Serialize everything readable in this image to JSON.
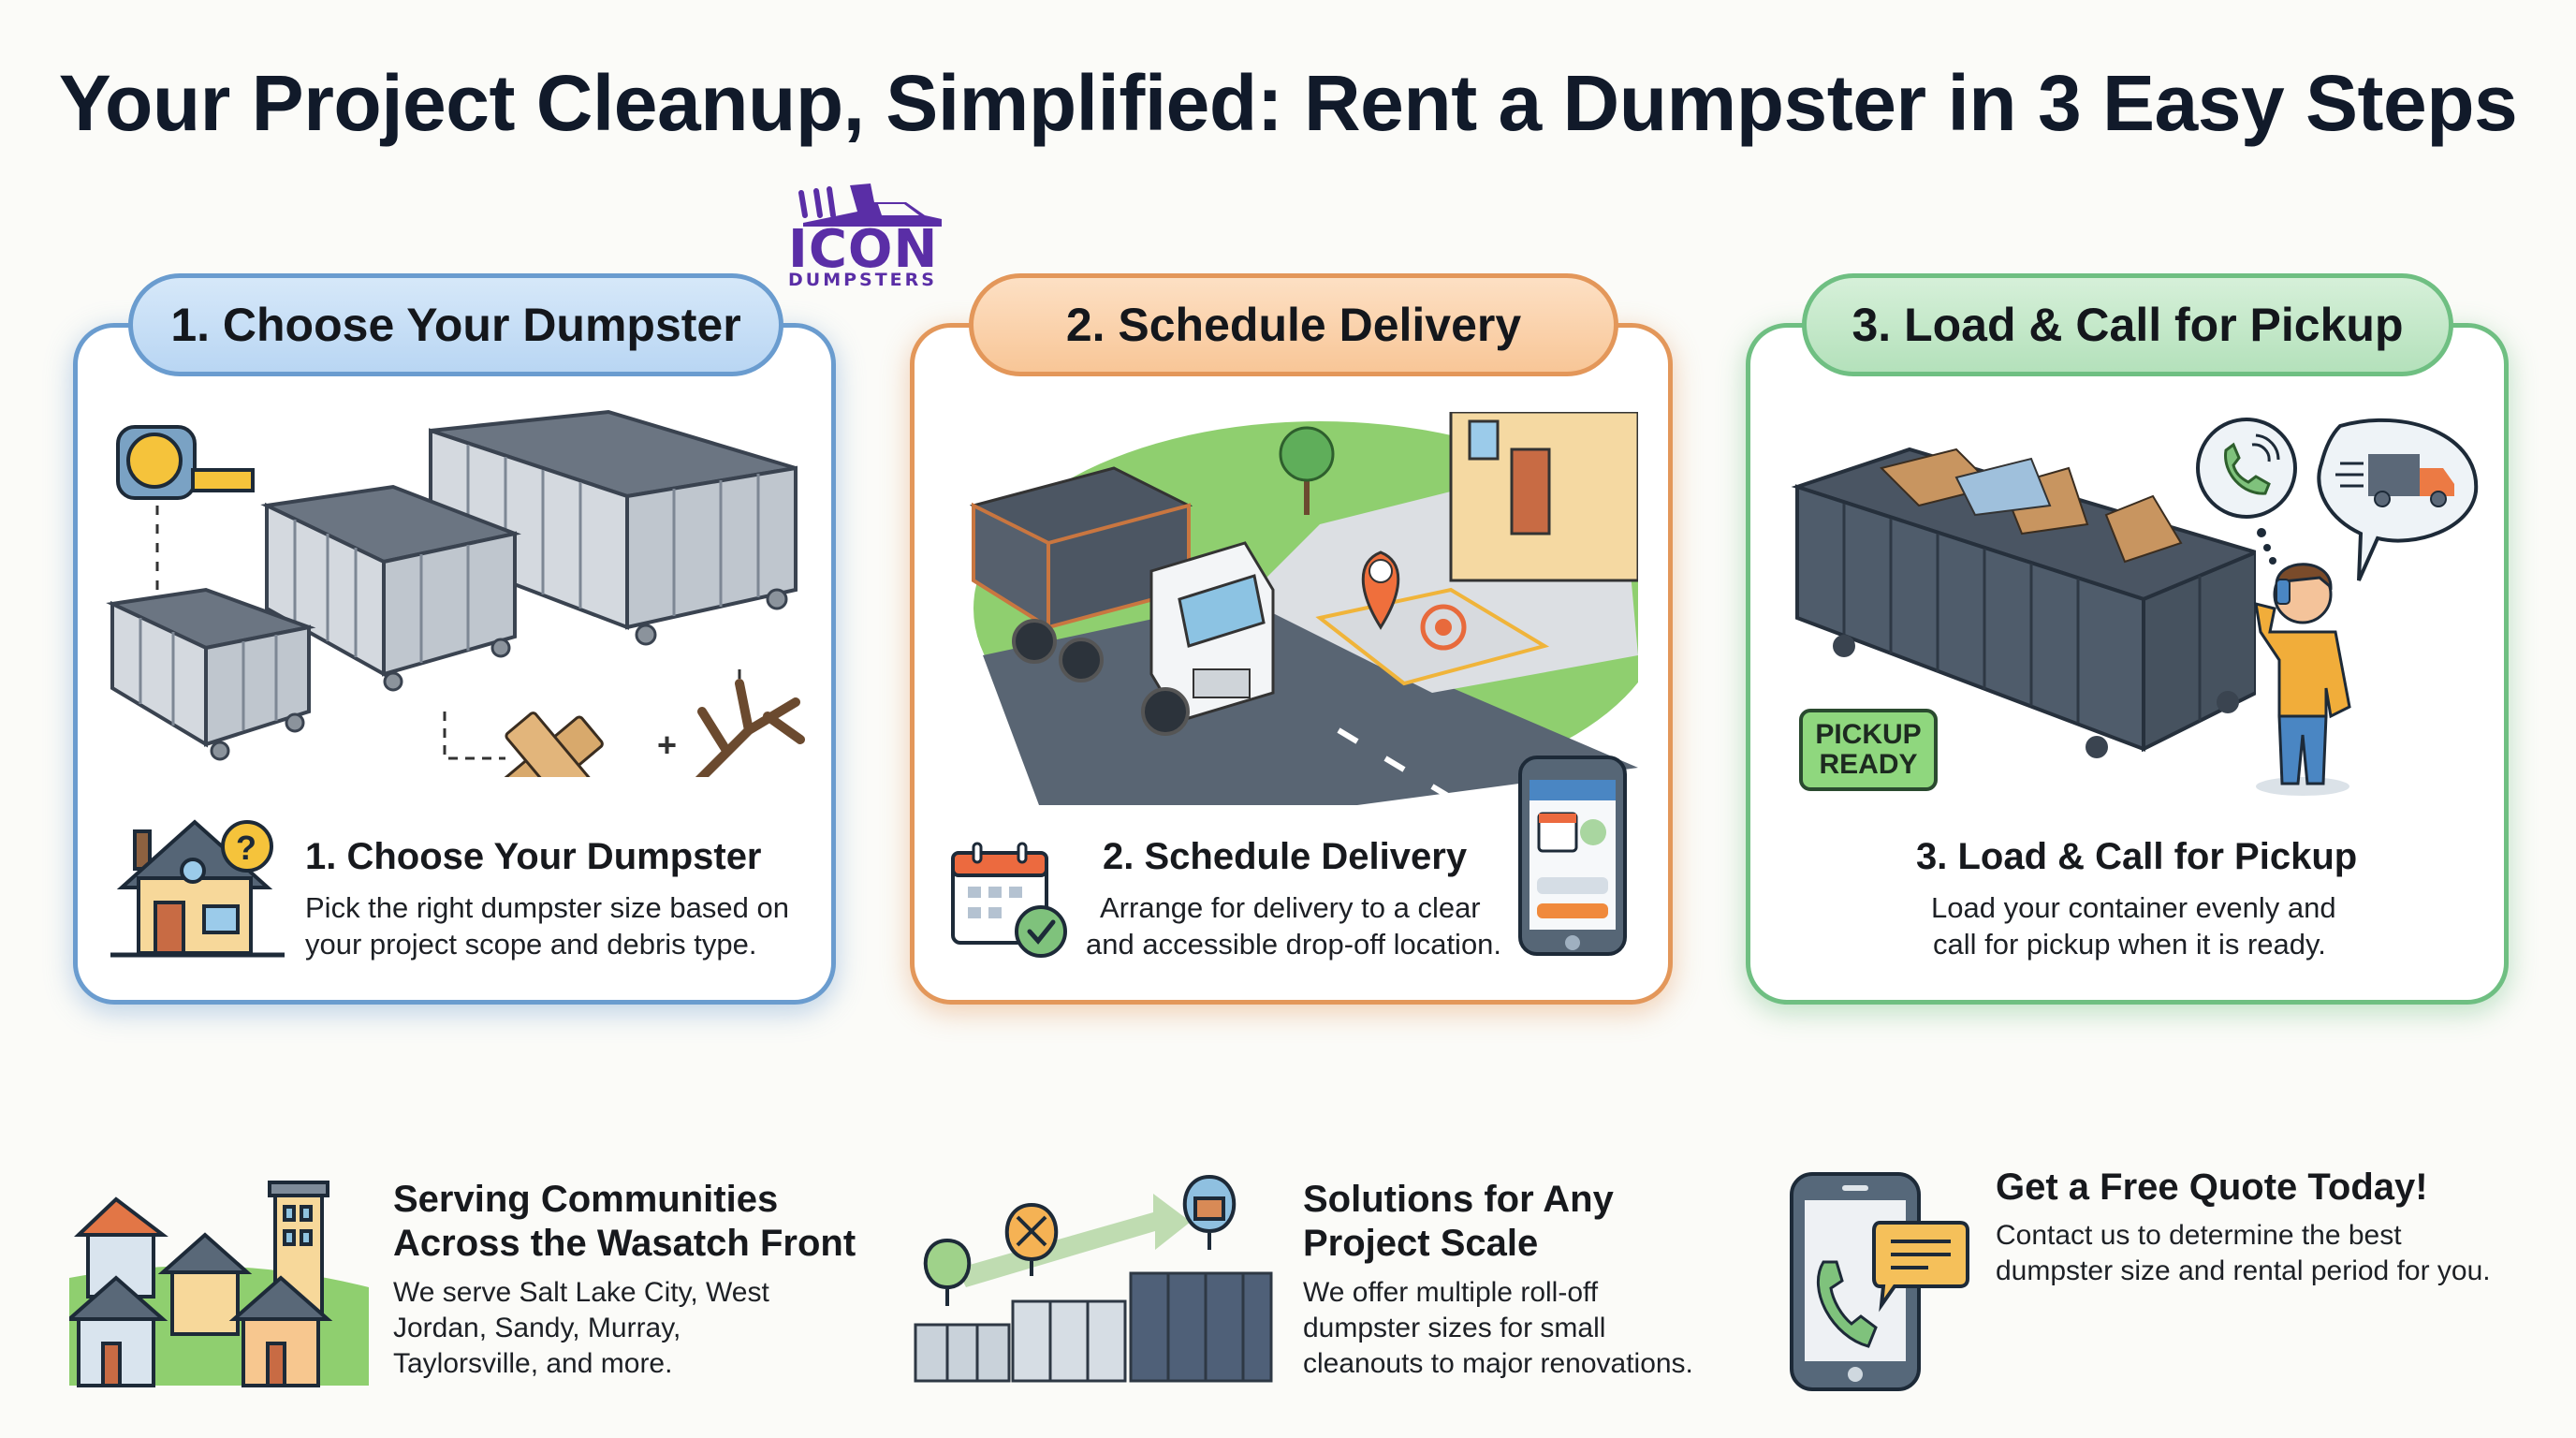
{
  "header": {
    "title": "Your Project Cleanup, Simplified: Rent a Dumpster in 3 Easy Steps"
  },
  "logo": {
    "brand": "ICON",
    "subtitle": "DUMPSTERS",
    "color": "#5a2ea6"
  },
  "steps": [
    {
      "pill_label": "1. Choose Your Dumpster",
      "heading": "1. Choose Your Dumpster",
      "body_line1": "Pick the right dumpster size based on",
      "body_line2": "your project scope and debris type.",
      "accent": "#6a9ccf",
      "icons": [
        "tape-measure-icon",
        "dumpster-small-icon",
        "dumpster-medium-icon",
        "dumpster-large-icon",
        "wood-debris-icon",
        "branch-icon",
        "house-question-icon"
      ]
    },
    {
      "pill_label": "2. Schedule Delivery",
      "heading": "2. Schedule Delivery",
      "body_line1": "Arrange for delivery to a clear",
      "body_line2": "and accessible drop-off location.",
      "accent": "#e3975a",
      "icons": [
        "roll-off-truck-icon",
        "location-pin-icon",
        "target-icon",
        "calendar-check-icon",
        "phone-app-icon"
      ]
    },
    {
      "pill_label": "3. Load & Call for Pickup",
      "heading": "3. Load & Call for Pickup",
      "body_line1": "Load your container evenly and",
      "body_line2": "call for pickup when it is ready.",
      "accent": "#6fbf82",
      "badge_line1": "PICKUP",
      "badge_line2": "READY",
      "icons": [
        "full-dumpster-icon",
        "phone-call-bubble-icon",
        "truck-bubble-icon",
        "person-on-phone-icon"
      ]
    }
  ],
  "bottom": [
    {
      "title_line1": "Serving Communities",
      "title_line2": "Across the Wasatch Front",
      "body_line1": "We serve Salt Lake City, West",
      "body_line2": "Jordan, Sandy, Murray,",
      "body_line3": "Taylorsville, and more."
    },
    {
      "title_line1": "Solutions for Any",
      "title_line2": "Project Scale",
      "body_line1": "We offer multiple roll-off",
      "body_line2": "dumpster sizes for small",
      "body_line3": "cleanouts to major renovations."
    },
    {
      "title_line1": "Get a Free Quote Today!",
      "body_line1": "Contact us to determine the best",
      "body_line2": "dumpster size and rental period for you."
    }
  ]
}
